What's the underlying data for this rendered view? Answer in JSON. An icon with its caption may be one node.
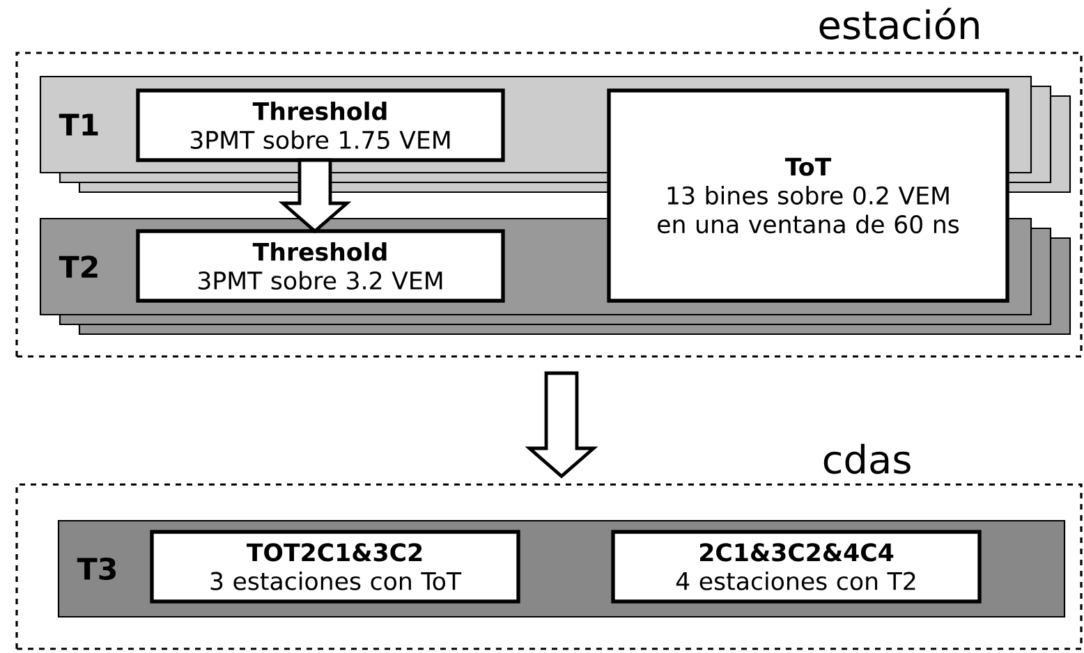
{
  "diagram": {
    "nodes": [
      {
        "text": [
          "estación"
        ]
      },
      {
        "text": [
          "T1"
        ],
        "in": 0
      },
      {
        "text": [
          "Threshold",
          "3PMT sobre 1.75 VEM"
        ],
        "in": 1
      },
      {
        "text": [
          "ToT",
          "13 bines sobre 0.2 VEM en una ventana de 60 ns"
        ],
        "in": 0
      },
      {
        "text": [
          "T2"
        ],
        "in": 0
      },
      {
        "text": [
          "Threshold",
          "3PMT sobre 3.2 VEM"
        ],
        "in": 4
      },
      {
        "text": [
          "cdas"
        ]
      },
      {
        "text": [
          "T3"
        ],
        "in": 6
      },
      {
        "text": [
          "TOT2C1&3C2",
          "3 estaciones con ToT"
        ],
        "in": 7
      },
      {
        "text": [
          "2C1&3C2&4C4",
          "4 estaciones con T2"
        ],
        "in": 7
      }
    ],
    "edges": [
      {
        "from": 2,
        "to": 5,
        "arrow": "to"
      },
      {
        "from": 0,
        "to": 6,
        "arrow": "to"
      }
    ]
  }
}
